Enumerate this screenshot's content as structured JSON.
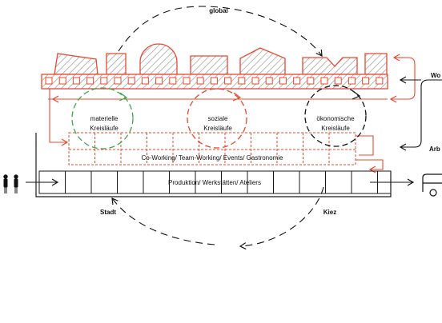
{
  "labels": {
    "global": "global",
    "stadt": "Stadt",
    "kiez": "Kiez",
    "wohnen_partial": "Wo",
    "arbeiten_partial": "Arb",
    "band_coworking": "Co-Working/ Team-Working/ Events/ Gastronomie",
    "band_produktion": "Produktion/ Werkstätten/ Ateliers",
    "circle_materielle_1": "materielle",
    "circle_materielle_2": "Kreisläufe",
    "circle_soziale_1": "soziale",
    "circle_soziale_2": "Kreisläufe",
    "circle_oekonomische_1": "ökonomische",
    "circle_oekonomische_2": "Kreisläufe"
  },
  "colors": {
    "accent_red": "#e8492f",
    "green": "#3aa84a",
    "black": "#111111",
    "grid": "#1a1a1a"
  },
  "icons": [
    "people-icon",
    "delivery-van-icon"
  ]
}
